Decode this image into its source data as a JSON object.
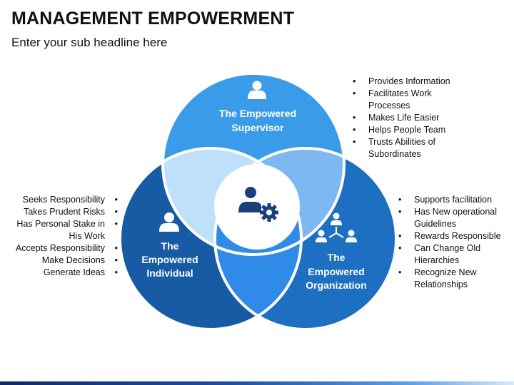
{
  "header": {
    "title": "MANAGEMENT EMPOWERMENT",
    "subtitle": "Enter your sub headline here"
  },
  "circles": {
    "supervisor": {
      "line1": "The Empowered",
      "line2": "Supervisor",
      "icon": "person-icon",
      "color": "#3a9be8"
    },
    "individual": {
      "line1": "The",
      "line2": "Empowered",
      "line3": "Individual",
      "icon": "person-icon",
      "color": "#165ba3"
    },
    "organization": {
      "line1": "The",
      "line2": "Empowered",
      "line3": "Organization",
      "icon": "team-network-icon",
      "color": "#1d6fc1"
    },
    "center": {
      "icon": "person-gear-icon"
    }
  },
  "bullets": {
    "supervisor": [
      "Provides Information",
      "Facilitates Work Processes",
      "Makes Life Easier",
      "Helps People Team",
      "Trusts Abilities of Subordinates"
    ],
    "individual": [
      "Seeks Responsibility",
      "Takes Prudent Risks",
      "Has Personal Stake in His Work",
      "Accepts Responsibility",
      "Make Decisions",
      "Generate Ideas"
    ],
    "organization": [
      "Supports facilitation",
      "Has New operational Guidelines",
      "Rewards Responsible",
      "Can Change Old Hierarchies",
      "Recognize New Relationships"
    ]
  },
  "colors": {
    "supervisor": "#3a9be8",
    "individual": "#165ba3",
    "organization": "#1d6fc1",
    "overlap_sup_ind": "#bfe0fb",
    "overlap_sup_org": "#7db8f2",
    "overlap_ind_org": "#2f8ae8",
    "center": "#ffffff"
  }
}
